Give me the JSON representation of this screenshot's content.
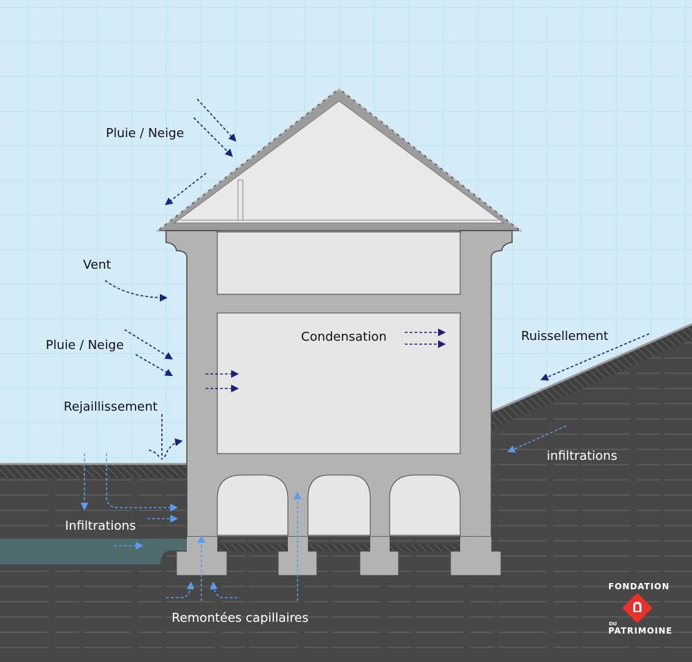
{
  "labels": {
    "rain_roof": "Pluie / Neige",
    "wind": "Vent",
    "rain_wall": "Pluie / Neige",
    "splash": "Rejaillissement",
    "condensation": "Condensation",
    "runoff": "Ruissellement",
    "infiltrations_right": "infiltrations",
    "infiltrations_left": "Infiltrations",
    "capillary": "Remontées capillaires"
  },
  "logo": {
    "line1": "FONDATION",
    "line2": "DU",
    "line3": "PATRIMOINE"
  },
  "colors": {
    "sky": "#d3ecf8",
    "grid": "#bde1f5",
    "ground": "#484848",
    "water": "#4f6b6d",
    "wall": "#b3b3b3",
    "room": "#e6e6e6",
    "arrow_dark": "#1b2378",
    "arrow_light": "#5b9bf0",
    "logo_red": "#e8312a"
  }
}
